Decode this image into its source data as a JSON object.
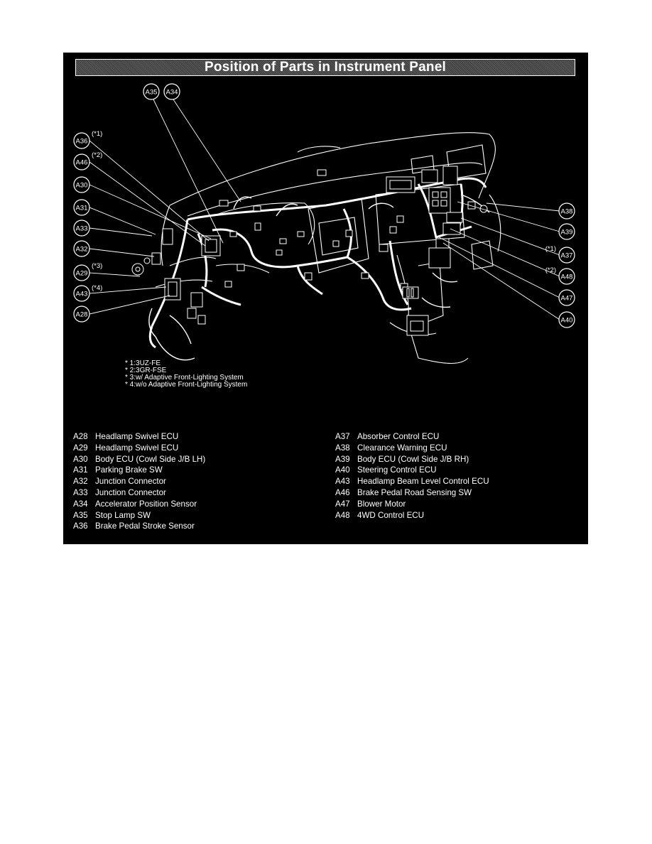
{
  "title": "Position of Parts in Instrument Panel",
  "callouts_left": [
    {
      "code": "A36",
      "note": "(*1)"
    },
    {
      "code": "A46",
      "note": "(*2)"
    },
    {
      "code": "A30",
      "note": ""
    },
    {
      "code": "A31",
      "note": ""
    },
    {
      "code": "A33",
      "note": ""
    },
    {
      "code": "A32",
      "note": ""
    },
    {
      "code": "A29",
      "note": "(*3)"
    },
    {
      "code": "A43",
      "note": "(*4)"
    },
    {
      "code": "A28",
      "note": ""
    }
  ],
  "callouts_top": [
    {
      "code": "A35"
    },
    {
      "code": "A34"
    }
  ],
  "callouts_right": [
    {
      "code": "A38",
      "note": ""
    },
    {
      "code": "A39",
      "note": ""
    },
    {
      "code": "A37",
      "note": "(*1)"
    },
    {
      "code": "A48",
      "note": "(*2)"
    },
    {
      "code": "A47",
      "note": ""
    },
    {
      "code": "A40",
      "note": ""
    }
  ],
  "notes": [
    "* 1:3UZ-FE",
    "* 2:3GR-FSE",
    "* 3:w/ Adaptive Front-Lighting System",
    "* 4:w/o Adaptive Front-Lighting System"
  ],
  "legend_left": [
    {
      "code": "A28",
      "name": "Headlamp Swivel ECU"
    },
    {
      "code": "A29",
      "name": "Headlamp Swivel ECU"
    },
    {
      "code": "A30",
      "name": "Body ECU (Cowl Side J/B LH)"
    },
    {
      "code": "A31",
      "name": "Parking Brake SW"
    },
    {
      "code": "A32",
      "name": "Junction Connector"
    },
    {
      "code": "A33",
      "name": "Junction Connector"
    },
    {
      "code": "A34",
      "name": "Accelerator Position Sensor"
    },
    {
      "code": "A35",
      "name": "Stop Lamp SW"
    },
    {
      "code": "A36",
      "name": "Brake Pedal Stroke Sensor"
    }
  ],
  "legend_right": [
    {
      "code": "A37",
      "name": "Absorber Control ECU"
    },
    {
      "code": "A38",
      "name": "Clearance Warning ECU"
    },
    {
      "code": "A39",
      "name": "Body ECU (Cowl Side J/B RH)"
    },
    {
      "code": "A40",
      "name": "Steering Control ECU"
    },
    {
      "code": "A43",
      "name": "Headlamp Beam Level Control ECU"
    },
    {
      "code": "A46",
      "name": "Brake Pedal Road Sensing SW"
    },
    {
      "code": "A47",
      "name": "Blower Motor"
    },
    {
      "code": "A48",
      "name": "4WD Control ECU"
    }
  ]
}
